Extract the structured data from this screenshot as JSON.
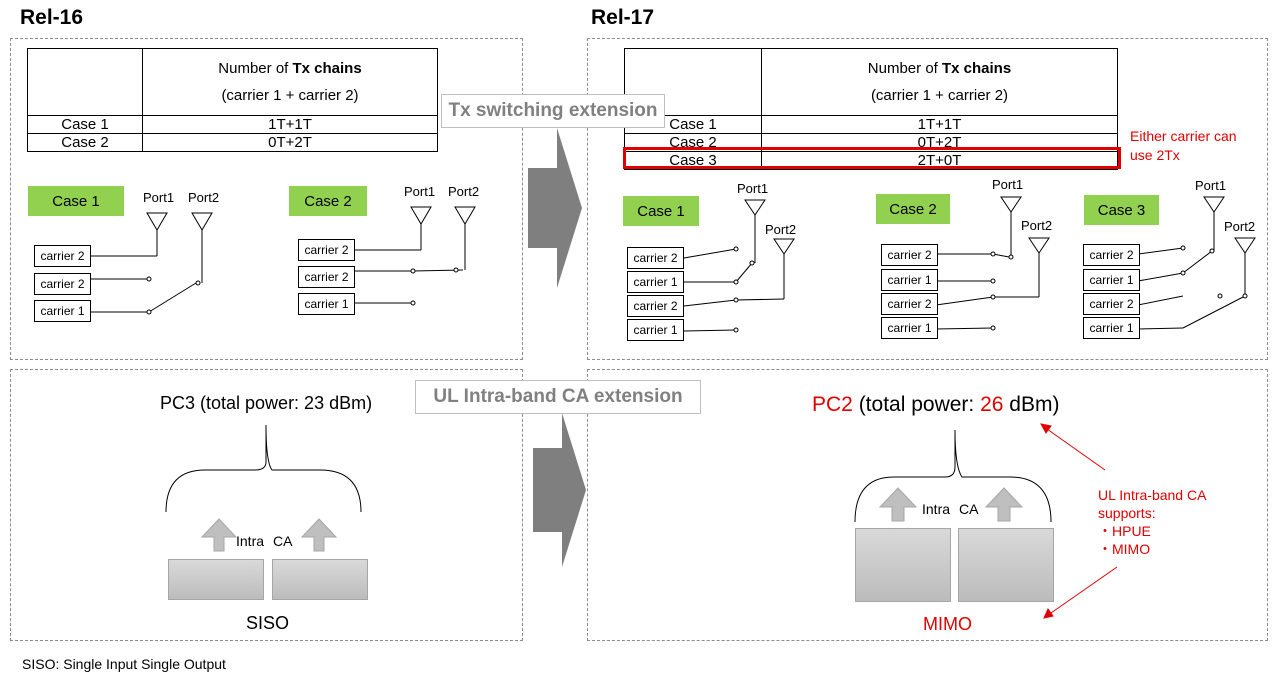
{
  "rel16": {
    "title": "Rel-16",
    "table": {
      "header_line1_pre": "Number of ",
      "header_line1_bold": "Tx chains",
      "header_line2": "(carrier 1 + carrier 2)",
      "rows": [
        {
          "case": "Case 1",
          "value": "1T+1T"
        },
        {
          "case": "Case 2",
          "value": "0T+2T"
        }
      ]
    },
    "case1": {
      "label": "Case 1",
      "port1": "Port1",
      "port2": "Port2",
      "carriers": [
        "carrier 2",
        "carrier 2",
        "carrier 1"
      ]
    },
    "case2": {
      "label": "Case 2",
      "port1": "Port1",
      "port2": "Port2",
      "carriers": [
        "carrier 2",
        "carrier 2",
        "carrier 1"
      ]
    },
    "power": "PC3 (total power: 23 dBm)",
    "intra": "Intra",
    "ca": "CA",
    "mode": "SISO"
  },
  "rel17": {
    "title": "Rel-17",
    "table": {
      "header_line1_pre": "Number of ",
      "header_line1_bold": "Tx chains",
      "header_line2": "(carrier 1 + carrier 2)",
      "rows": [
        {
          "case": "Case 1",
          "value": "1T+1T"
        },
        {
          "case": "Case 2",
          "value": "0T+2T"
        },
        {
          "case": "Case 3",
          "value": "2T+0T"
        }
      ]
    },
    "note": "Either carrier can use 2Tx",
    "case1": {
      "label": "Case 1",
      "port1": "Port1",
      "port2": "Port2",
      "carriers": [
        "carrier 2",
        "carrier 1",
        "carrier 2",
        "carrier 1"
      ]
    },
    "case2": {
      "label": "Case 2",
      "port1": "Port1",
      "port2": "Port2",
      "carriers": [
        "carrier 2",
        "carrier 1",
        "carrier 2",
        "carrier 1"
      ]
    },
    "case3": {
      "label": "Case 3",
      "port1": "Port1",
      "port2": "Port2",
      "carriers": [
        "carrier 2",
        "carrier 1",
        "carrier 2",
        "carrier 1"
      ]
    },
    "power_pc": "PC2",
    "power_mid": " (total power: ",
    "power_val": "26",
    "power_end": " dBm)",
    "intra": "Intra",
    "ca": "CA",
    "mode": "MIMO",
    "support_title": "UL Intra-band  CA supports:",
    "support_items": [
      "・HPUE",
      "・MIMO"
    ]
  },
  "extensions": {
    "tx_switching": "Tx switching  extension",
    "ul_intra": "UL Intra-band CA extension"
  },
  "footnote": "SISO: Single Input  Single Output",
  "colors": {
    "green": "#92d050",
    "red": "#e00000",
    "gray_text": "#808080"
  }
}
